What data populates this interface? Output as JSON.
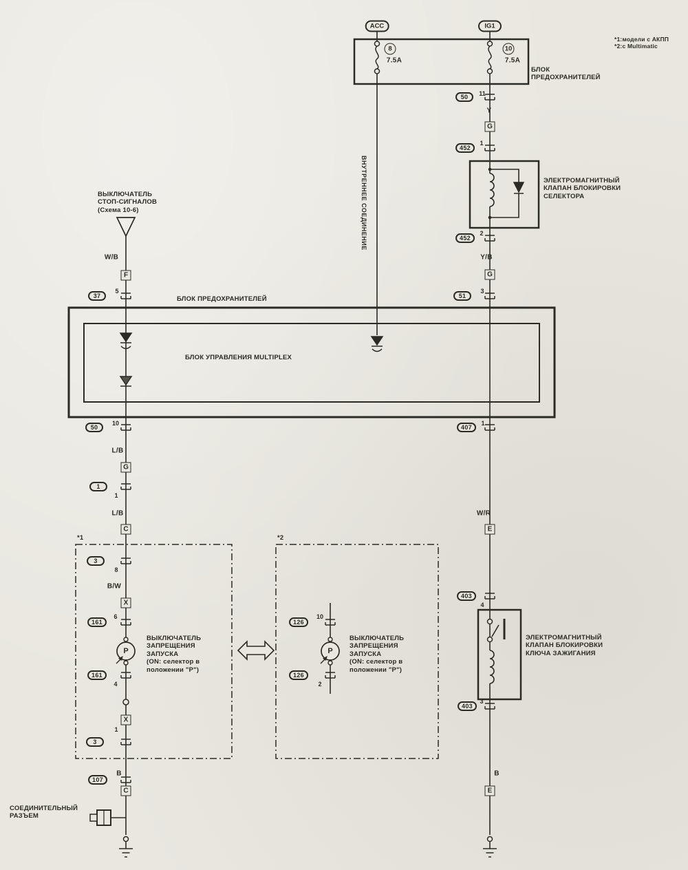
{
  "notes": "*1:модели с АКПП\n*2:с Multimatic",
  "fuse_box": {
    "title": "БЛОК\nПРЕДОХРАНИТЕЛЕЙ",
    "acc": "ACC",
    "ig1": "IG1",
    "fuse8": "8",
    "fuse8_amp": "7.5A",
    "fuse10": "10",
    "fuse10_amp": "7.5A"
  },
  "labels": {
    "internal_connection": "ВНУТРЕННЕЕ СОЕДИНЕНИЕ",
    "stop_switch": "ВЫКЛЮЧАТЕЛЬ\nСТОП-СИГНАЛОВ\n(Схема 10-6)",
    "multiplex_outer": "БЛОК ПРЕДОХРАНИТЕЛЕЙ",
    "multiplex_inner": "БЛОК УПРАВЛЕНИЯ MULTIPLEX",
    "selector_solenoid": "ЭЛЕКТРОМАГНИТНЫЙ\nКЛАПАН БЛОКИРОВКИ\nСЕЛЕКТОРА",
    "key_solenoid": "ЭЛЕКТРОМАГНИТНЫЙ\nКЛАПАН БЛОКИРОВКИ\nКЛЮЧА ЗАЖИГАНИЯ",
    "inhibitor_1": "ВЫКЛЮЧАТЕЛЬ\nЗАПРЕЩЕНИЯ\nЗАПУСКА\n(ON: селектор в\nположении \"P\")",
    "inhibitor_2": "ВЫКЛЮЧАТЕЛЬ\nЗАПРЕЩЕНИЯ\nЗАПУСКА\n(ON: селектор в\nположении \"P\")",
    "joint_connector": "СОЕДИНИТЕЛЬНЫЙ\nРАЗЪЕМ",
    "variant1": "*1",
    "variant2": "*2",
    "p1": "P",
    "p2": "P"
  },
  "wire": {
    "y": "Y",
    "yb": "Y/B",
    "wb": "W/B",
    "lb1": "L/B",
    "lb2": "L/B",
    "bw": "B/W",
    "wr": "W/R",
    "b_left": "B",
    "b_right": "B"
  },
  "oval": {
    "r50": "50",
    "r452a": "452",
    "r452b": "452",
    "r51": "51",
    "l37": "37",
    "l50": "50",
    "r407": "407",
    "l1": "1",
    "v1_3a": "3",
    "v1_161a": "161",
    "v1_161b": "161",
    "v1_3b": "3",
    "l107": "107",
    "v2_126a": "126",
    "v2_126b": "126",
    "r403a": "403",
    "r403b": "403"
  },
  "pin": {
    "r50": "11",
    "r452a": "1",
    "r452b": "2",
    "r51": "3",
    "l37": "5",
    "l50": "10",
    "r407": "1",
    "l1": "1",
    "v1_3a": "8",
    "v1_161a": "6",
    "v1_161b": "4",
    "v1_x2": "1",
    "v2_126a": "10",
    "v2_126b": "2",
    "r403a": "4",
    "r403b": "3"
  },
  "cbox": {
    "f": "F",
    "g1": "G",
    "g2": "G",
    "g3": "G",
    "c1": "C",
    "c2": "C",
    "x1": "X",
    "x2": "X",
    "e1": "E",
    "e2": "E"
  }
}
